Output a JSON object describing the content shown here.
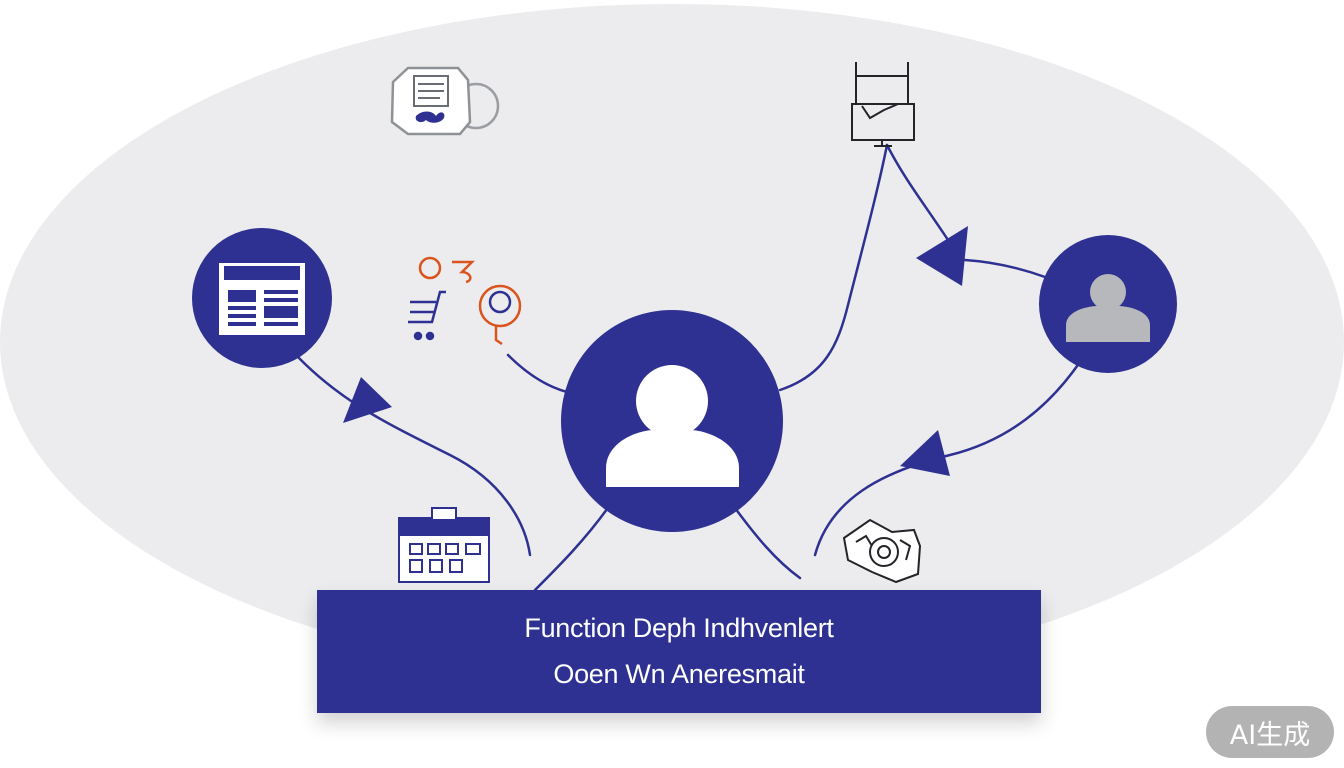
{
  "banner": {
    "line1": "Function Deph Indhvenlert",
    "line2": "Ooen Wn Aneresmait"
  },
  "watermark": {
    "label": "AI生成"
  },
  "colors": {
    "primary": "#2e3192",
    "ellipse": "#ececee",
    "accent": "#d9541e",
    "icon_gray": "#b6b8bc"
  },
  "icons": [
    "central-user-icon",
    "right-user-icon",
    "browser-window-icon",
    "document-settings-icon",
    "chart-panel-icon",
    "shopping-cart-icon",
    "building-icon",
    "gear-cog-icon"
  ]
}
